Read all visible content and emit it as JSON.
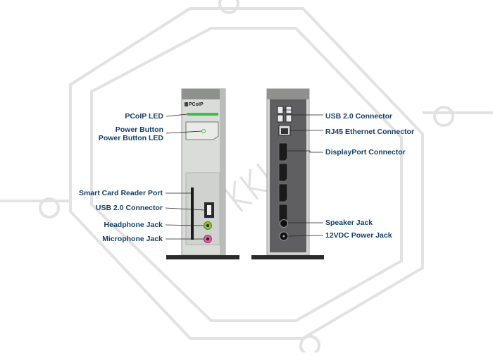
{
  "front_labels": [
    {
      "id": "pcoip-led",
      "text": "PCoIP LED"
    },
    {
      "id": "power-button",
      "text": "Power Button"
    },
    {
      "id": "power-button-led",
      "text": "Power Button LED"
    },
    {
      "id": "smart-card-reader-port",
      "text": "Smart Card Reader Port"
    },
    {
      "id": "usb-front",
      "text": "USB 2.0 Connector"
    },
    {
      "id": "headphone-jack",
      "text": "Headphone Jack"
    },
    {
      "id": "microphone-jack",
      "text": "Microphone Jack"
    }
  ],
  "back_labels": [
    {
      "id": "usb-back",
      "text": "USB 2.0 Connector"
    },
    {
      "id": "rj45",
      "text": "RJ45 Ethernet Connector"
    },
    {
      "id": "displayport",
      "text": "DisplayPort Connector"
    },
    {
      "id": "speaker-jack",
      "text": "Speaker Jack"
    },
    {
      "id": "power-jack",
      "text": "12VDC Power Jack"
    }
  ],
  "logo_text": "PCoIP",
  "colors": {
    "label": "#143f66",
    "led": "#3fbf3f",
    "headphone": "#8fbf2f",
    "microphone": "#d4609a",
    "device_body": "#d9dcd9",
    "back_panel": "#5f5f61"
  }
}
